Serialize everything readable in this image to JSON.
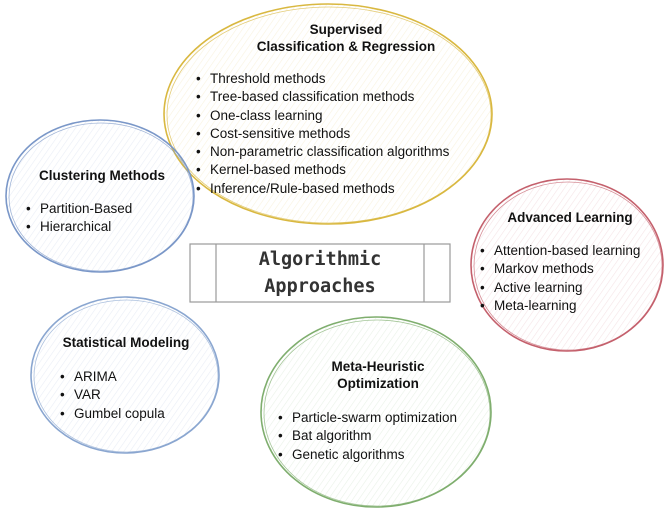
{
  "center": {
    "line1": "Algorithmic",
    "line2": "Approaches"
  },
  "supervised": {
    "title1": "Supervised",
    "title2": "Classification & Regression",
    "color": "#d9b840",
    "items": [
      "Threshold methods",
      "Tree-based classification methods",
      "One-class learning",
      "Cost-sensitive methods",
      "Non-parametric classification algorithms",
      "Kernel-based methods",
      "Inference/Rule-based methods"
    ]
  },
  "clustering": {
    "title": "Clustering Methods",
    "color": "#7a97c8",
    "items": [
      "Partition-Based",
      "Hierarchical"
    ]
  },
  "advanced": {
    "title": "Advanced Learning",
    "color": "#c4606c",
    "items": [
      "Attention-based learning",
      "Markov methods",
      "Active learning",
      "Meta-learning"
    ]
  },
  "statistical": {
    "title": "Statistical Modeling",
    "color": "#8aa6d0",
    "items": [
      "ARIMA",
      "VAR",
      "Gumbel copula"
    ]
  },
  "metaheuristic": {
    "title1": "Meta-Heuristic",
    "title2": "Optimization",
    "color": "#7fae6e",
    "items": [
      "Particle-swarm optimization",
      "Bat algorithm",
      "Genetic algorithms"
    ]
  },
  "bullet": "•"
}
